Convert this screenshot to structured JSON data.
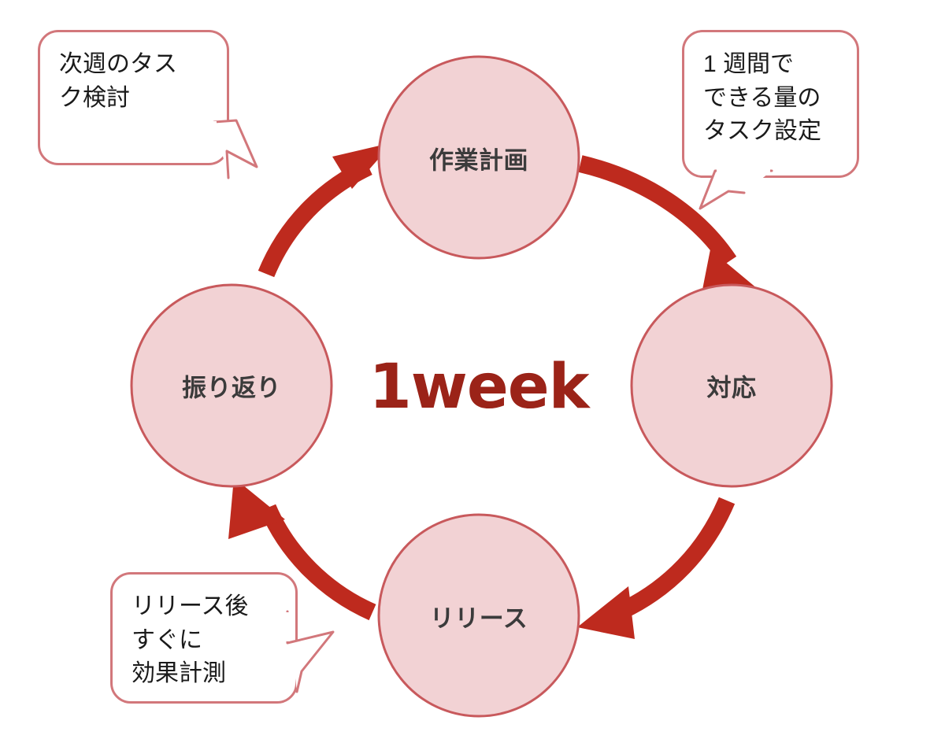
{
  "diagram": {
    "title": "1week",
    "center_label": "1week",
    "colors": {
      "circle_fill": "#F2D2D4",
      "circle_stroke": "#C8595C",
      "arrow": "#BE2A1E",
      "bubble_stroke": "#D2777B",
      "bubble_fill": "#FFFFFF",
      "node_text": "#3B3B3B",
      "center_text": "#9B2318",
      "background": "#FFFFFF"
    },
    "flow_direction": "clockwise",
    "nodes": [
      {
        "id": "plan",
        "label": "作業計画",
        "position": "top"
      },
      {
        "id": "do",
        "label": "対応",
        "position": "right"
      },
      {
        "id": "release",
        "label": "リリース",
        "position": "bottom"
      },
      {
        "id": "review",
        "label": "振り返り",
        "position": "left"
      }
    ],
    "arrows": [
      {
        "id": "arrow-plan-to-do",
        "from": "plan",
        "to": "do",
        "icon": "curved-arrow-icon"
      },
      {
        "id": "arrow-do-to-release",
        "from": "do",
        "to": "release",
        "icon": "curved-arrow-icon"
      },
      {
        "id": "arrow-release-to-review",
        "from": "release",
        "to": "review",
        "icon": "curved-arrow-icon"
      },
      {
        "id": "arrow-review-to-plan",
        "from": "review",
        "to": "plan",
        "icon": "curved-arrow-icon"
      }
    ],
    "callouts": [
      {
        "id": "callout-review",
        "text": "次週のタス\nク検討",
        "attached_to": "review",
        "tail": "right-down"
      },
      {
        "id": "callout-plan",
        "text": "1 週間で\nできる量の\nタスク設定",
        "attached_to": "plan",
        "tail": "bottom-left"
      },
      {
        "id": "callout-release",
        "text": "リリース後\nすぐに\n効果計測",
        "attached_to": "release",
        "tail": "right"
      }
    ]
  }
}
